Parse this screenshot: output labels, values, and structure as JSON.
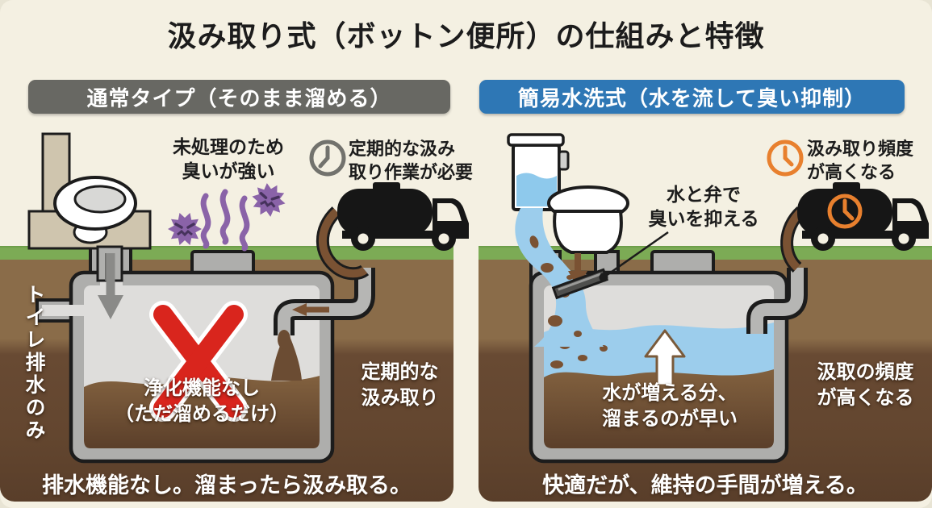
{
  "title": "汲み取り式（ボットン便所）の仕組みと特徴",
  "left_panel": {
    "header": "通常タイプ（そのまま溜める）",
    "odor_note": "未処理のため\n臭いが強い",
    "pickup_note": "定期的な汲み\n取り作業が必要",
    "drain_label": "トイレ排水のみ",
    "no_purification": "浄化機能なし\n（ただ溜めるだけ）",
    "periodic_pickup": "定期的な\n汲み取り",
    "caption": "排水機能なし。溜まったら汲み取る。"
  },
  "right_panel": {
    "header": "簡易水洗式（水を流して臭い抑制）",
    "valve_note": "水と弁で\n臭いを抑える",
    "frequency_note": "汲み取り頻度\nが高くなる",
    "fills_faster_note": "水が増える分、\n溜まるのが早い",
    "frequency_note_2": "汲取の頻度\nが高くなる",
    "caption": "快適だが、維持の手間が増える。"
  },
  "icons": [
    "clock-icon",
    "vacuum-truck-icon",
    "germ-icon",
    "odor-waves-icon",
    "red-cross-icon",
    "down-arrow-icon",
    "up-arrow-icon",
    "squat-toilet-icon",
    "flush-toilet-icon",
    "valve-icon"
  ],
  "colors": {
    "background": "#f4f0e2",
    "header_gray": "#686863",
    "header_blue": "#2e77b5",
    "grass": "#7cab55",
    "soil_light": "#8a6c49",
    "soil_dark": "#63462f",
    "tank_wall": "#aeaeac",
    "tank_interior": "#dedddb",
    "waste_brown": "#7a5233",
    "water_blue": "#9ccdec",
    "cross_red": "#d9251d",
    "germ_purple": "#8a63a8",
    "clock_gray": "#72726d",
    "clock_orange": "#e8802e",
    "truck_black": "#161616"
  }
}
